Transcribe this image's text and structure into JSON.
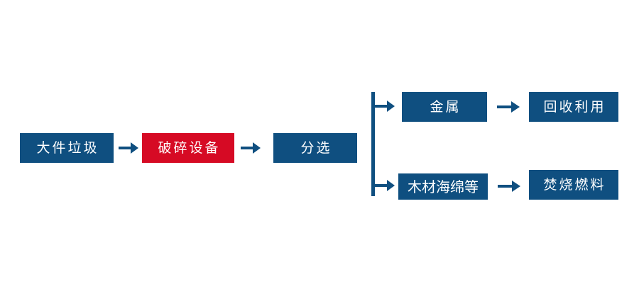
{
  "diagram": {
    "type": "process-flow",
    "orientation": "left-to-right",
    "background_color": "#ffffff",
    "palette": {
      "primary_blue": "#0F4F80",
      "highlight_red": "#D60A24",
      "node_text": "#ffffff",
      "arrow_color": "#0F4F80",
      "connector_color": "#0F4F80"
    },
    "nodes": [
      {
        "id": "bulky-waste",
        "label": "大件垃圾",
        "color": "#0F4F80",
        "stage": 1
      },
      {
        "id": "crushing-equip",
        "label": "破碎设备",
        "color": "#D60A24",
        "stage": 2
      },
      {
        "id": "sorting",
        "label": "分选",
        "color": "#0F4F80",
        "stage": 3
      },
      {
        "id": "metal",
        "label": "金属",
        "color": "#0F4F80",
        "stage": 4,
        "branch": "upper"
      },
      {
        "id": "recycle",
        "label": "回收利用",
        "color": "#0F4F80",
        "stage": 5,
        "branch": "upper"
      },
      {
        "id": "wood-sponge",
        "label": "木材海绵等",
        "color": "#0F4F80",
        "stage": 4,
        "branch": "lower"
      },
      {
        "id": "incineration",
        "label": "焚烧燃料",
        "color": "#0F4F80",
        "stage": 5,
        "branch": "lower"
      }
    ],
    "arrows": [
      {
        "id": "waste-to-crusher",
        "glyph": "arrow-right-icon",
        "from": "bulky-waste",
        "to": "crushing-equip"
      },
      {
        "id": "crusher-to-sorting",
        "glyph": "arrow-right-icon",
        "from": "crushing-equip",
        "to": "sorting"
      },
      {
        "id": "metal-to-recycle",
        "glyph": "arrow-right-icon",
        "from": "metal",
        "to": "recycle"
      },
      {
        "id": "wood-to-burn",
        "glyph": "arrow-right-icon",
        "from": "wood-sponge",
        "to": "incineration"
      }
    ],
    "connectors": [
      {
        "id": "sorting-split",
        "glyph": "branch-split-icon",
        "from": "sorting",
        "to": [
          "metal",
          "wood-sponge"
        ],
        "style": "vertical-bar-with-two-right-arrows"
      }
    ]
  }
}
